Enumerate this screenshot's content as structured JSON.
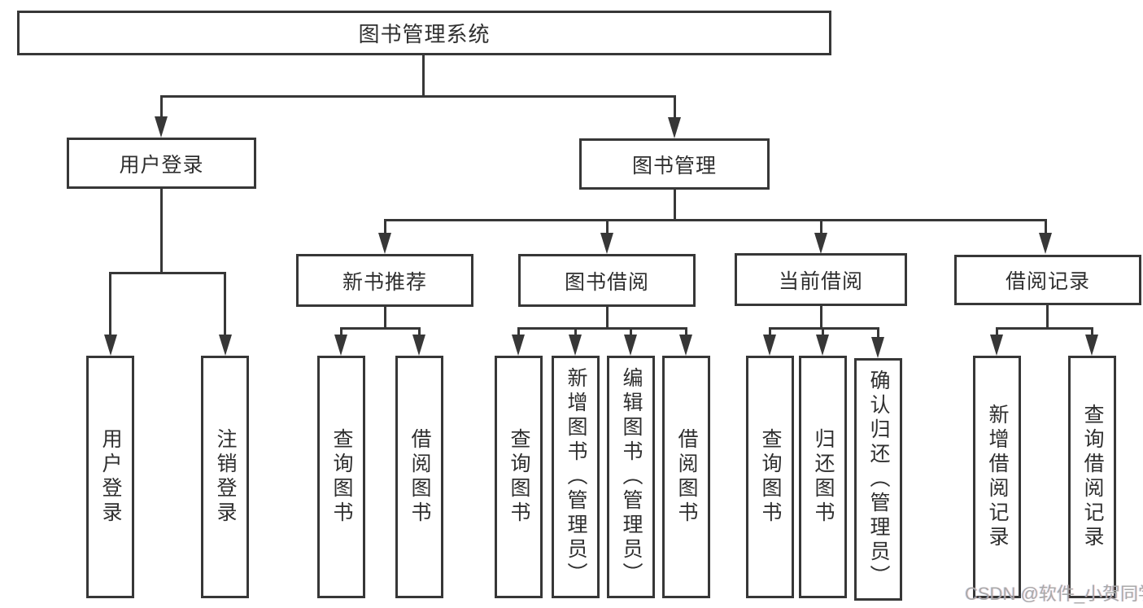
{
  "nodes": {
    "root": {
      "label": "图书管理系统"
    },
    "user_login": {
      "label": "用户登录"
    },
    "book_mgmt": {
      "label": "图书管理"
    },
    "new_book_rec": {
      "label": "新书推荐"
    },
    "book_borrow": {
      "label": "图书借阅"
    },
    "current_borrow": {
      "label": "当前借阅"
    },
    "borrow_records": {
      "label": "借阅记录"
    },
    "ul_user_login": {
      "label": "用户登录"
    },
    "ul_logout": {
      "label": "注销登录"
    },
    "nb_query_book": {
      "label": "查询图书"
    },
    "nb_borrow_book": {
      "label": "借阅图书"
    },
    "bb_query_book": {
      "label": "查询图书"
    },
    "bb_add_book_admin": {
      "label": "新增图书（管理员）"
    },
    "bb_edit_book_admin": {
      "label": "编辑图书（管理员）"
    },
    "bb_borrow_book": {
      "label": "借阅图书"
    },
    "cb_query_book": {
      "label": "查询图书"
    },
    "cb_return_book": {
      "label": "归还图书"
    },
    "cb_confirm_return_admin": {
      "label": "确认归还（管理员）"
    },
    "br_add_record": {
      "label": "新增借阅记录"
    },
    "br_query_record": {
      "label": "查询借阅记录"
    }
  },
  "edges": [
    {
      "from": "root",
      "to": "user_login"
    },
    {
      "from": "root",
      "to": "book_mgmt"
    },
    {
      "from": "user_login",
      "to": "ul_user_login"
    },
    {
      "from": "user_login",
      "to": "ul_logout"
    },
    {
      "from": "book_mgmt",
      "to": "new_book_rec"
    },
    {
      "from": "book_mgmt",
      "to": "book_borrow"
    },
    {
      "from": "book_mgmt",
      "to": "current_borrow"
    },
    {
      "from": "book_mgmt",
      "to": "borrow_records"
    },
    {
      "from": "new_book_rec",
      "to": "nb_query_book"
    },
    {
      "from": "new_book_rec",
      "to": "nb_borrow_book"
    },
    {
      "from": "book_borrow",
      "to": "bb_query_book"
    },
    {
      "from": "book_borrow",
      "to": "bb_add_book_admin"
    },
    {
      "from": "book_borrow",
      "to": "bb_edit_book_admin"
    },
    {
      "from": "book_borrow",
      "to": "bb_borrow_book"
    },
    {
      "from": "current_borrow",
      "to": "cb_query_book"
    },
    {
      "from": "current_borrow",
      "to": "cb_return_book"
    },
    {
      "from": "current_borrow",
      "to": "cb_confirm_return_admin"
    },
    {
      "from": "borrow_records",
      "to": "br_add_record"
    },
    {
      "from": "borrow_records",
      "to": "br_query_record"
    }
  ],
  "watermark": {
    "text": "CSDN @软件_小贺同学"
  },
  "colors": {
    "line": "#373737",
    "box_border": "#373737",
    "box_fill": "#ffffff",
    "text": "#2f2f2f",
    "watermark_text": "#a9a9a9",
    "background": "#ffffff"
  }
}
